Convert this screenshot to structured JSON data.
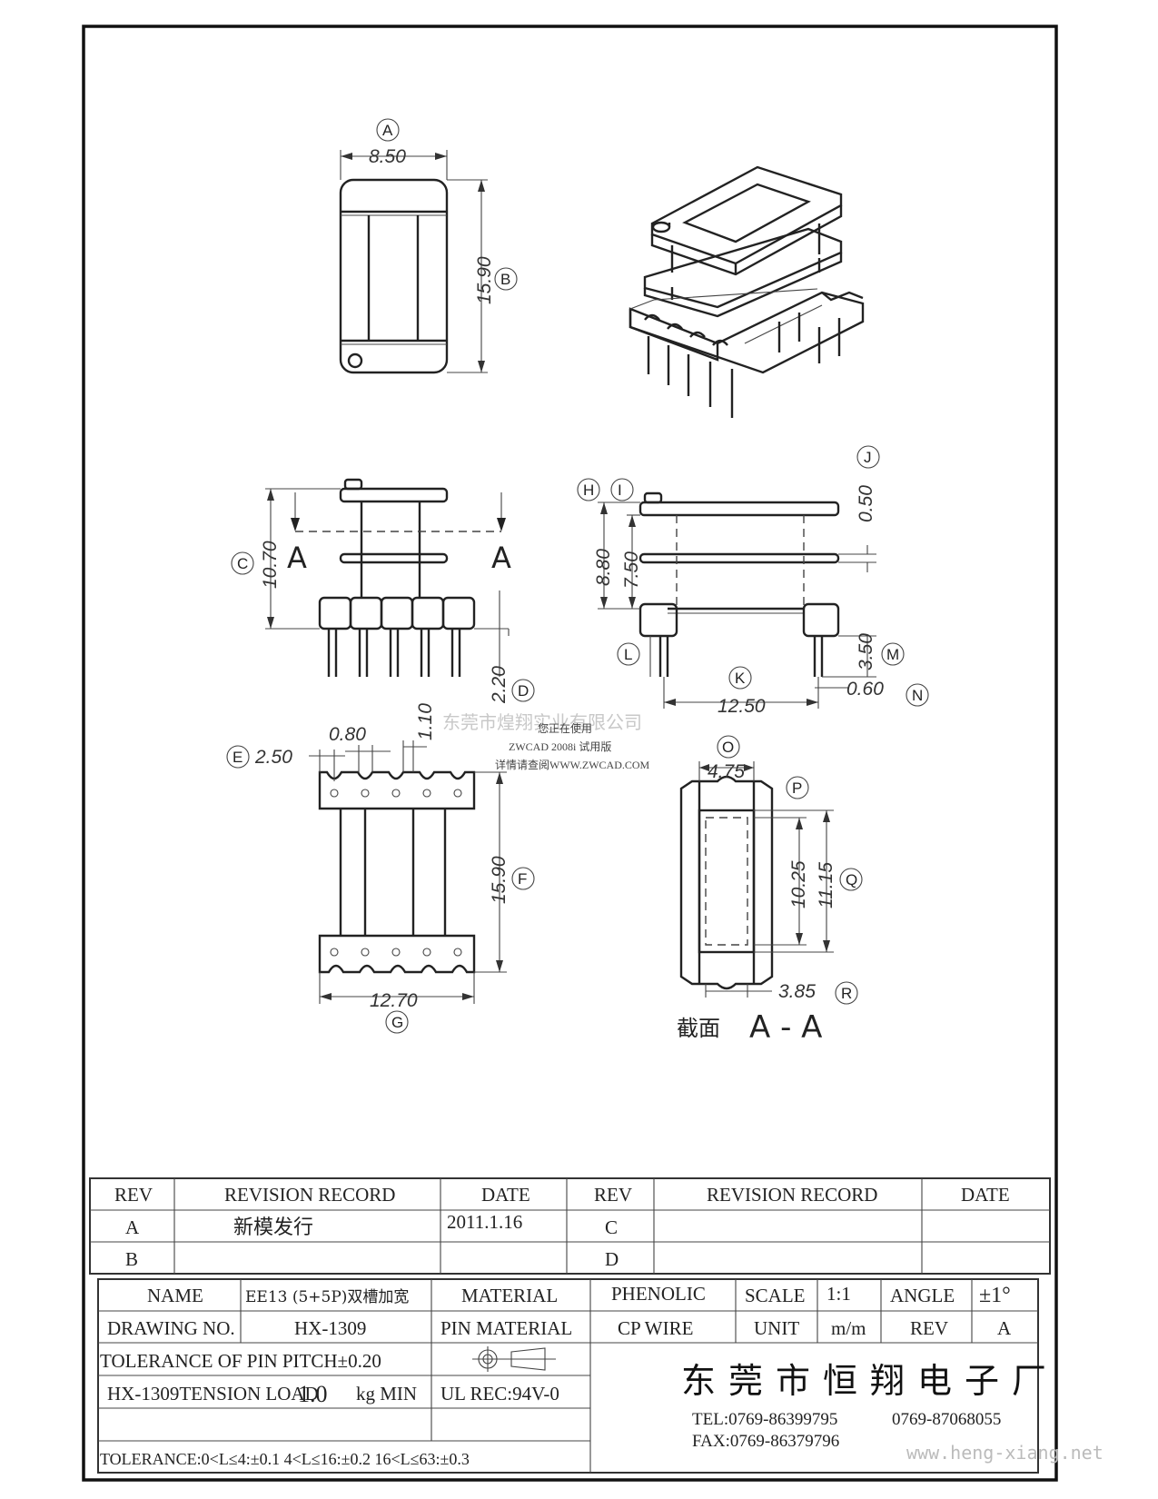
{
  "labels": {
    "A": "A",
    "B": "B",
    "C": "C",
    "D": "D",
    "E": "E",
    "F": "F",
    "G": "G",
    "H": "H",
    "I": "I",
    "J": "J",
    "K": "K",
    "L": "L",
    "M": "M",
    "N": "N",
    "O": "O",
    "P": "P",
    "Q": "Q",
    "R": "R"
  },
  "dimensions": {
    "A": "8.50",
    "B": "15.90",
    "C": "10.70",
    "D": "2.20",
    "E": "2.50",
    "E_pitch": "0.80",
    "E_small": "1.10",
    "F": "15.90",
    "G": "12.70",
    "H": "8.80",
    "I": "7.50",
    "J": "0.50",
    "K": "12.50",
    "M": "3.50",
    "N": "0.60",
    "O": "4.75",
    "P": "10.25",
    "Q": "11.15",
    "R": "3.85"
  },
  "section": {
    "arrow_left": "A",
    "arrow_right": "A",
    "caption_cn": "截面",
    "caption_id": "A - A"
  },
  "watermark": {
    "company": "东莞市煌翔实业有限公司",
    "line1": "您正在使用",
    "line2": "ZWCAD 2008i 试用版",
    "line3": "详情请查阅WWW.ZWCAD.COM"
  },
  "revision_table": {
    "headers": [
      "REV",
      "REVISION RECORD",
      "DATE",
      "REV",
      "REVISION RECORD",
      "DATE"
    ],
    "rows": [
      [
        "A",
        "新模发行",
        "2011.1.16",
        "C",
        "",
        ""
      ],
      [
        "B",
        "",
        "",
        "D",
        "",
        ""
      ]
    ]
  },
  "title_block": {
    "name_label": "NAME",
    "name_value": "EE13 (5+5P)双槽加宽",
    "material_label": "MATERIAL",
    "material_value": "PHENOLIC",
    "scale_label": "SCALE",
    "scale_value": "1:1",
    "angle_label": "ANGLE",
    "angle_value": "±1°",
    "drawing_label": "DRAWING NO.",
    "drawing_value": "HX-1309",
    "pin_material_label": "PIN MATERIAL",
    "pin_material_value": "CP WIRE",
    "unit_label": "UNIT",
    "unit_value": "m/m",
    "rev_label": "REV",
    "rev_value": "A",
    "tolerance_pitch": "TOLERANCE OF PIN PITCH±0.20",
    "tension_load": "HX-1309TENSION LOAD",
    "tension_value": "1.0",
    "tension_unit": "kg MIN",
    "ul_rec": "UL REC:94V-0",
    "tolerance": "TOLERANCE:0<L≤4:±0.1  4<L≤16:±0.2  16<L≤63:±0.3",
    "company_name": "东莞市恒翔电子厂",
    "tel": "TEL:0769-86399795",
    "tel2": "0769-87068055",
    "fax": "FAX:0769-86379796",
    "website": "www.heng-xiang.net"
  }
}
